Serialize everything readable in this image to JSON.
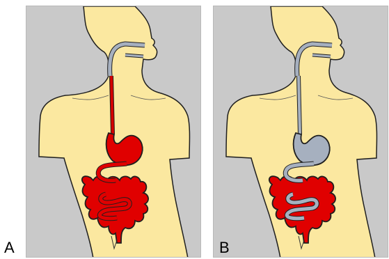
{
  "panels": [
    {
      "label": "A",
      "esophagus_color": "#d40000",
      "stomach_color": "#e00000",
      "small_intestine_color": "#e00000",
      "large_intestine_color": "#e00000",
      "highlight_state": "full-tract-red"
    },
    {
      "label": "B",
      "esophagus_color": "#a6b0bf",
      "stomach_color": "#a6b0bf",
      "small_intestine_color": "#a6b0bf",
      "large_intestine_color": "#e00000",
      "highlight_state": "colon-only-red"
    }
  ],
  "colors": {
    "background": "#c9c9c9",
    "body": "#fbe8a0",
    "outline": "#1f1f1f",
    "airway": "#a6b0bf"
  }
}
